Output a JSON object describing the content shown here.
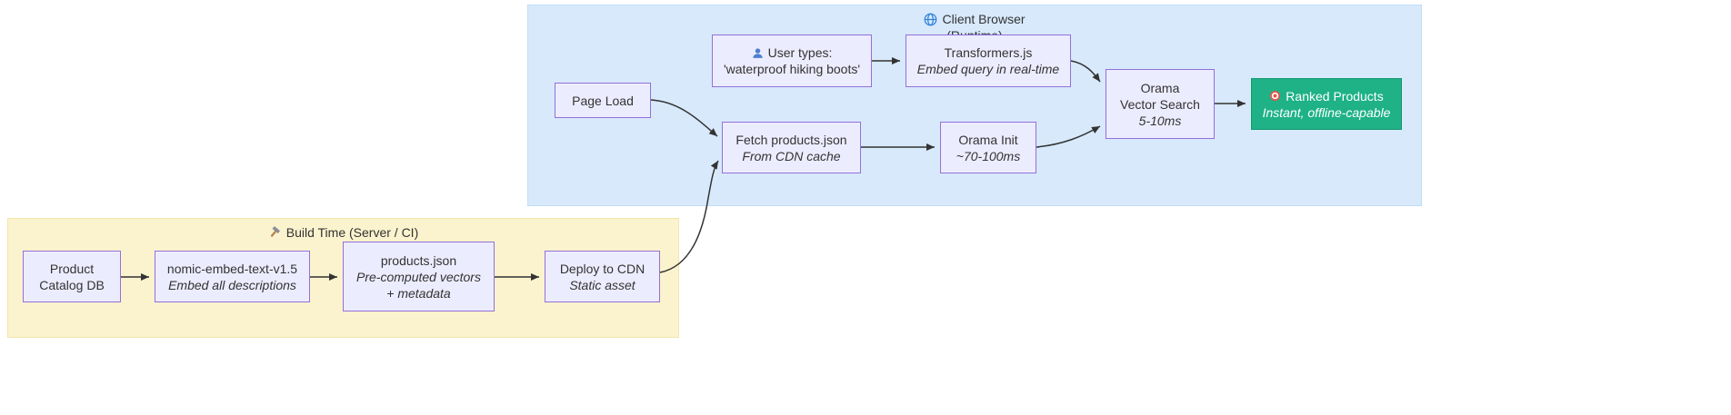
{
  "clusters": {
    "client": {
      "title": "Client Browser",
      "subtitle": "(Runtime)",
      "icon": "globe-icon",
      "bg": "#d7e9fb"
    },
    "build": {
      "title": "Build Time (Server / CI)",
      "icon": "hammer-icon",
      "bg": "#fbf3cd"
    }
  },
  "nodes": {
    "page_load": {
      "title": "Page Load"
    },
    "user_types": {
      "title": "User types:",
      "subtitle": "'waterproof hiking boots'",
      "icon": "user-icon"
    },
    "transformers": {
      "title": "Transformers.js",
      "subtitle": "Embed query in real-time"
    },
    "fetch_products": {
      "title": "Fetch products.json",
      "subtitle": "From CDN cache"
    },
    "orama_init": {
      "title": "Orama Init",
      "subtitle": "~70-100ms"
    },
    "vector_search": {
      "title": "Orama",
      "title2": "Vector Search",
      "subtitle": "5-10ms"
    },
    "ranked_products": {
      "title": "Ranked Products",
      "subtitle": "Instant, offline-capable",
      "icon": "target-icon"
    },
    "catalog_db": {
      "title": "Product",
      "title2": "Catalog DB"
    },
    "nomic": {
      "title": "nomic-embed-text-v1.5",
      "subtitle": "Embed all descriptions"
    },
    "products_json": {
      "title": "products.json",
      "subtitle": "Pre-computed vectors",
      "subtitle2": "+ metadata"
    },
    "deploy_cdn": {
      "title": "Deploy to CDN",
      "subtitle": "Static asset"
    }
  },
  "edges": [
    {
      "from": "catalog_db",
      "to": "nomic"
    },
    {
      "from": "nomic",
      "to": "products_json"
    },
    {
      "from": "products_json",
      "to": "deploy_cdn"
    },
    {
      "from": "deploy_cdn",
      "to": "fetch_products"
    },
    {
      "from": "page_load",
      "to": "fetch_products"
    },
    {
      "from": "user_types",
      "to": "transformers"
    },
    {
      "from": "transformers",
      "to": "vector_search"
    },
    {
      "from": "fetch_products",
      "to": "orama_init"
    },
    {
      "from": "orama_init",
      "to": "vector_search"
    },
    {
      "from": "vector_search",
      "to": "ranked_products"
    }
  ],
  "colors": {
    "node_bg": "#ececff",
    "node_border": "#9370db",
    "ranked_bg": "#1eb286",
    "ranked_text": "#ffffff",
    "cluster_client_bg": "#d7e9fb",
    "cluster_build_bg": "#fbf3cd",
    "edge": "#333333",
    "text": "#333333"
  }
}
